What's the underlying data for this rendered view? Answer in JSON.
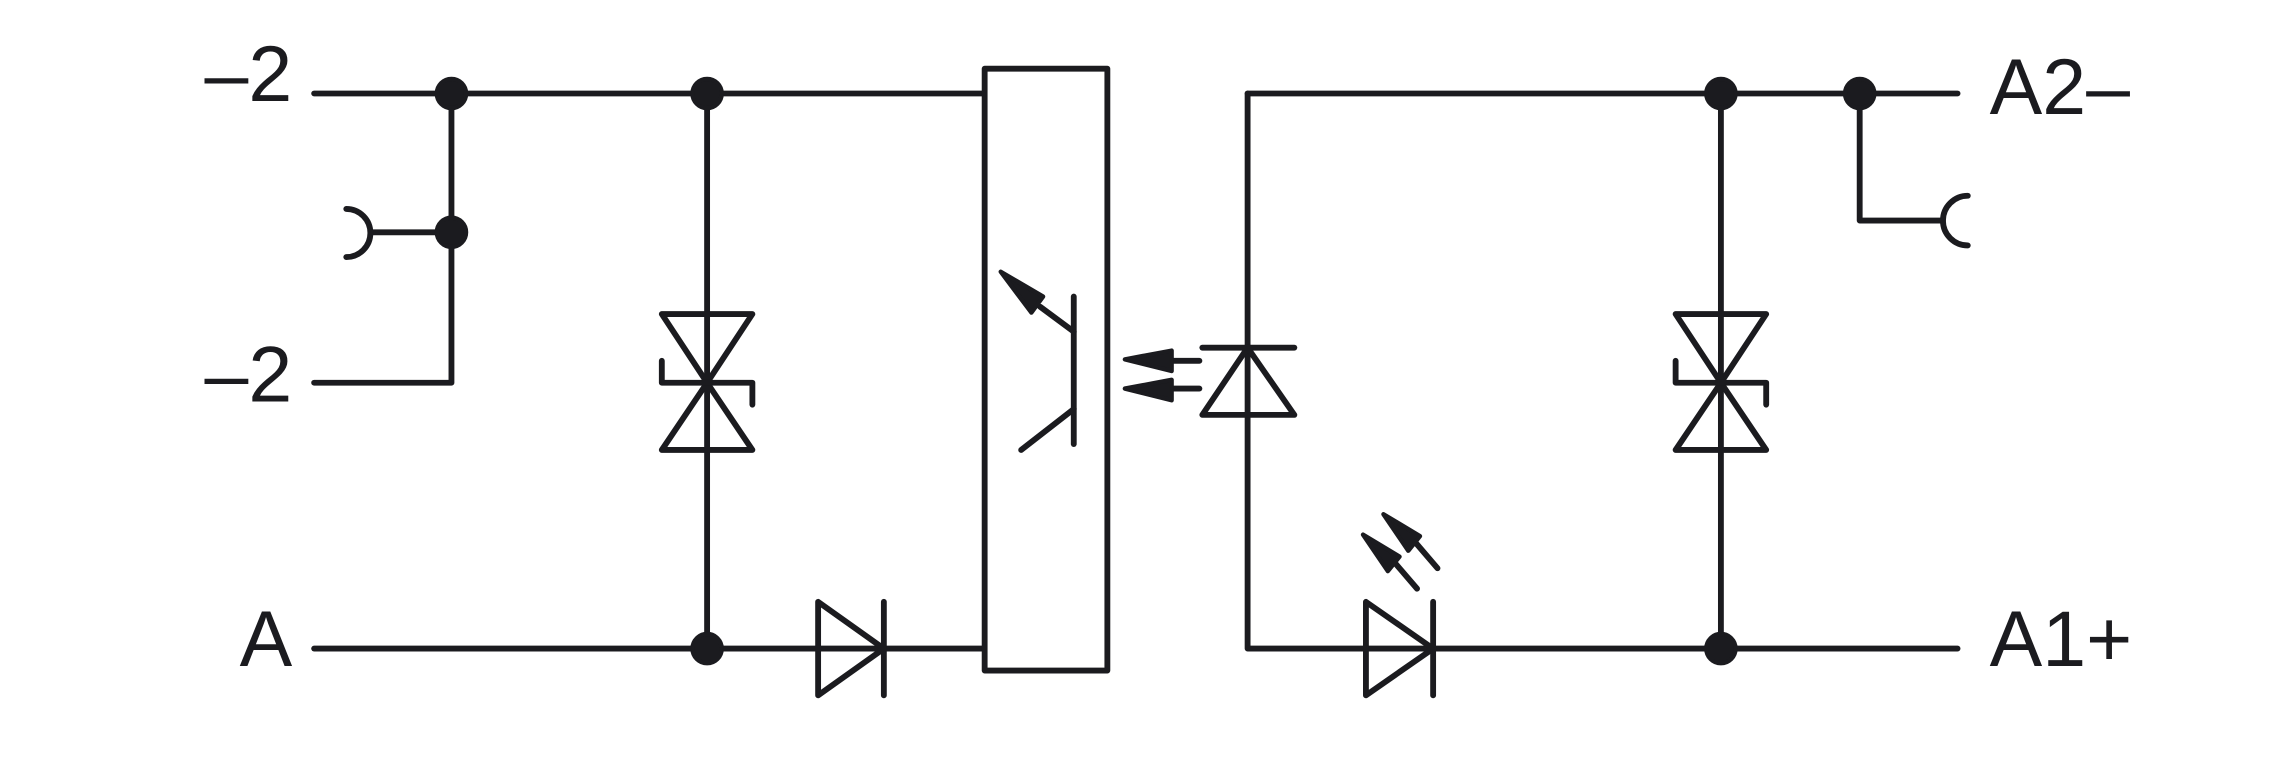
{
  "diagram": {
    "terminals": {
      "left_top": "–2",
      "left_middle": "–2",
      "left_bottom": "A",
      "right_top": "A2–",
      "right_bottom": "A1+"
    },
    "line_color": "#1b1b1f",
    "background": "#ffffff"
  }
}
